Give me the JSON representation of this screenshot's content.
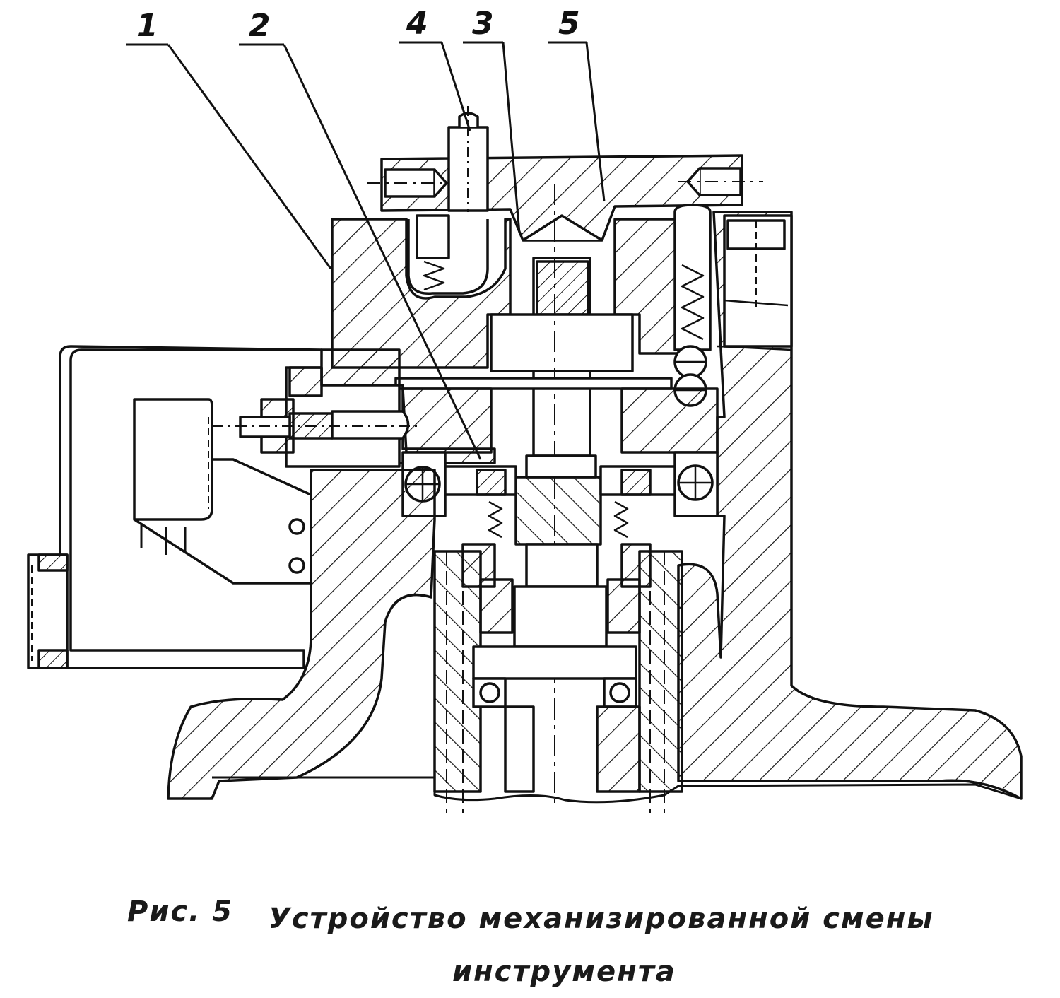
{
  "callouts": {
    "c1": "1",
    "c2": "2",
    "c3": "3",
    "c4": "4",
    "c5": "5"
  },
  "caption": {
    "fig_label": "Рис. 5",
    "line1": "Устройство механизированной смены",
    "line2": "инструмента"
  },
  "colors": {
    "ink": "#111111",
    "paper": "#ffffff"
  }
}
